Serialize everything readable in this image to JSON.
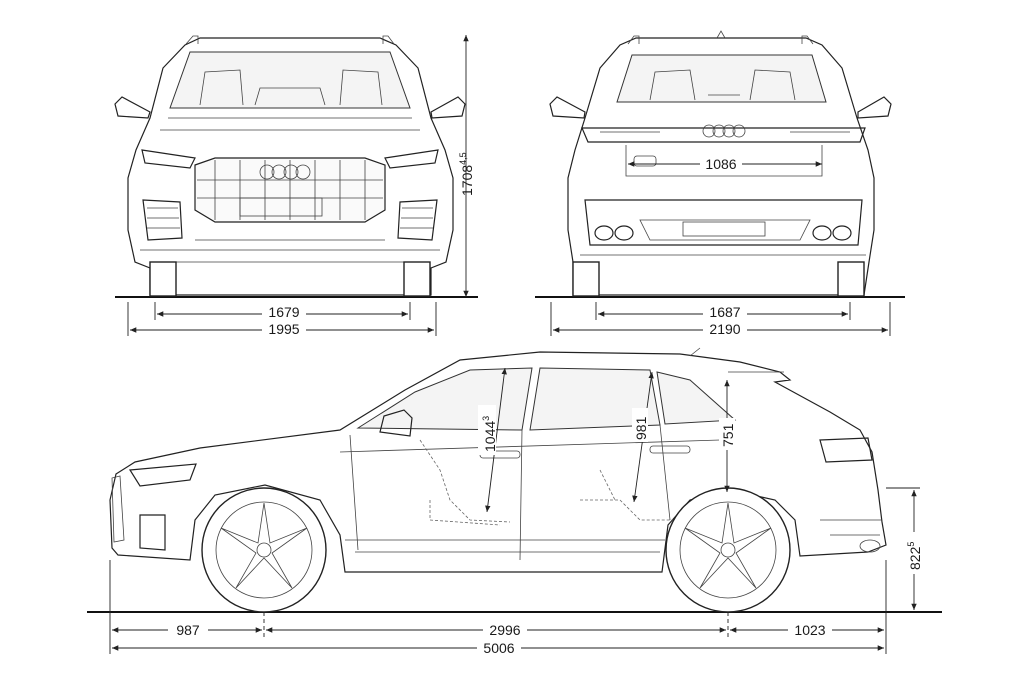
{
  "views": {
    "front": {
      "height": "1708",
      "height_sup": "4,5",
      "track": "1679",
      "width": "1995"
    },
    "rear": {
      "panel_width": "1086",
      "track": "1687",
      "width_mirrors": "2190"
    },
    "side": {
      "headroom_front": "1044",
      "headroom_front_sup": "3",
      "headroom_rear": "981",
      "trunk_height": "751",
      "tailgate_height": "822",
      "tailgate_height_sup": "5",
      "front_overhang": "987",
      "wheelbase": "2996",
      "rear_overhang": "1023",
      "length": "5006"
    }
  }
}
